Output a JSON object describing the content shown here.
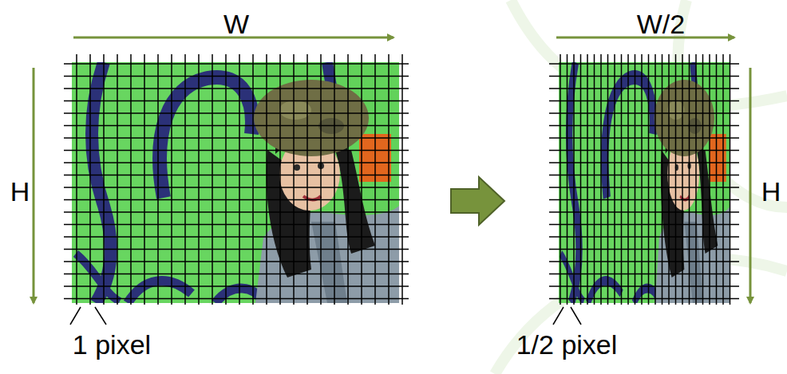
{
  "diagram": {
    "labels": [
      "W",
      "H",
      "W/2",
      "H",
      "1 pixel",
      "1/2 pixel"
    ]
  }
}
